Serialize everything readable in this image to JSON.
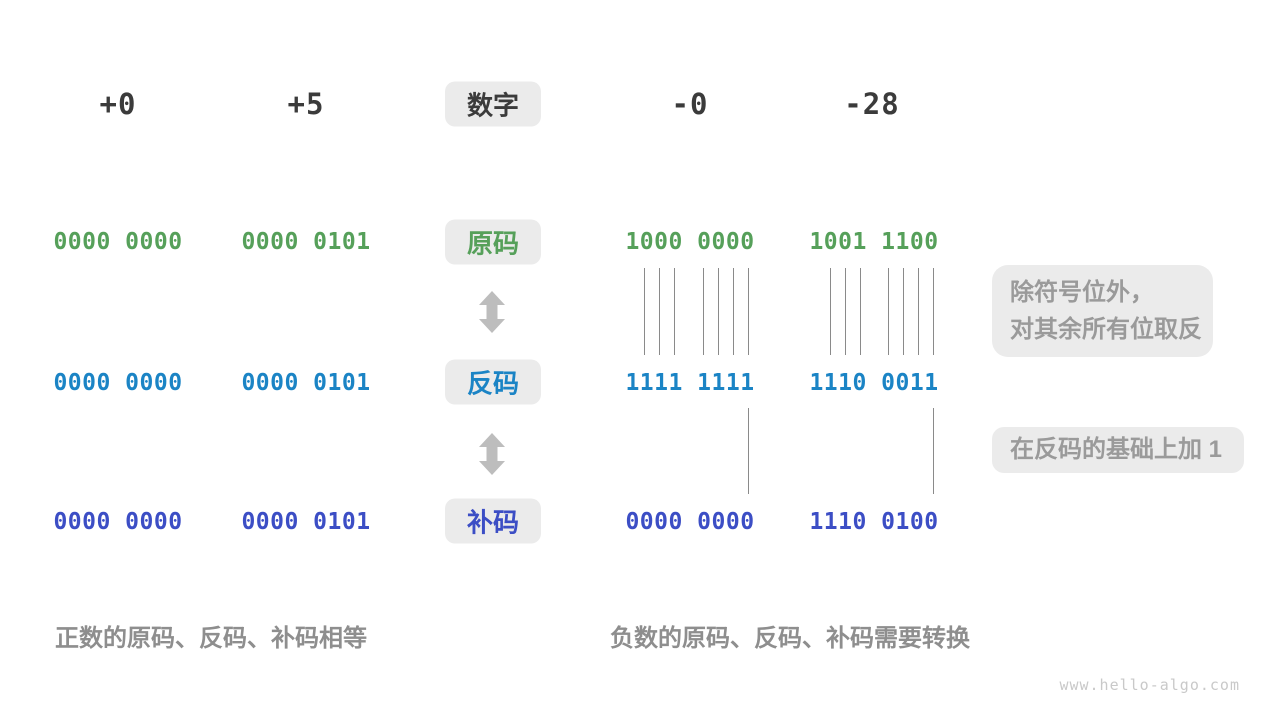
{
  "palette": {
    "heading_text": "#3b3b3b",
    "sign_magnitude_green": "#56a05a",
    "ones_complement_blue": "#1b84c5",
    "twos_complement_indigo": "#3c4ec5",
    "label_box_bg": "#ebebeb",
    "annotation_text": "#9a9a9a",
    "caption_text": "#8e8e8e",
    "tick_line": "#8a8a8a",
    "arrow_fill": "#bdbdbd",
    "watermark_text": "#c9c9c9"
  },
  "header": {
    "label": "数字",
    "numbers": [
      "+0",
      "+5",
      "-0",
      "-28"
    ]
  },
  "rows": [
    {
      "label": "原码",
      "values": [
        "0000 0000",
        "0000 0101",
        "1000 0000",
        "1001 1100"
      ]
    },
    {
      "label": "反码",
      "values": [
        "0000 0000",
        "0000 0101",
        "1111 1111",
        "1110 0011"
      ]
    },
    {
      "label": "补码",
      "values": [
        "0000 0000",
        "0000 0101",
        "0000 0000",
        "1110 0100"
      ]
    }
  ],
  "annotations": {
    "invert_line1": "除符号位外，",
    "invert_line2": "对其余所有位取反",
    "add_one": "在反码的基础上加 1"
  },
  "captions": {
    "positive": "正数的原码、反码、补码相等",
    "negative": "负数的原码、反码、补码需要转换"
  },
  "watermark": "www.hello-algo.com"
}
